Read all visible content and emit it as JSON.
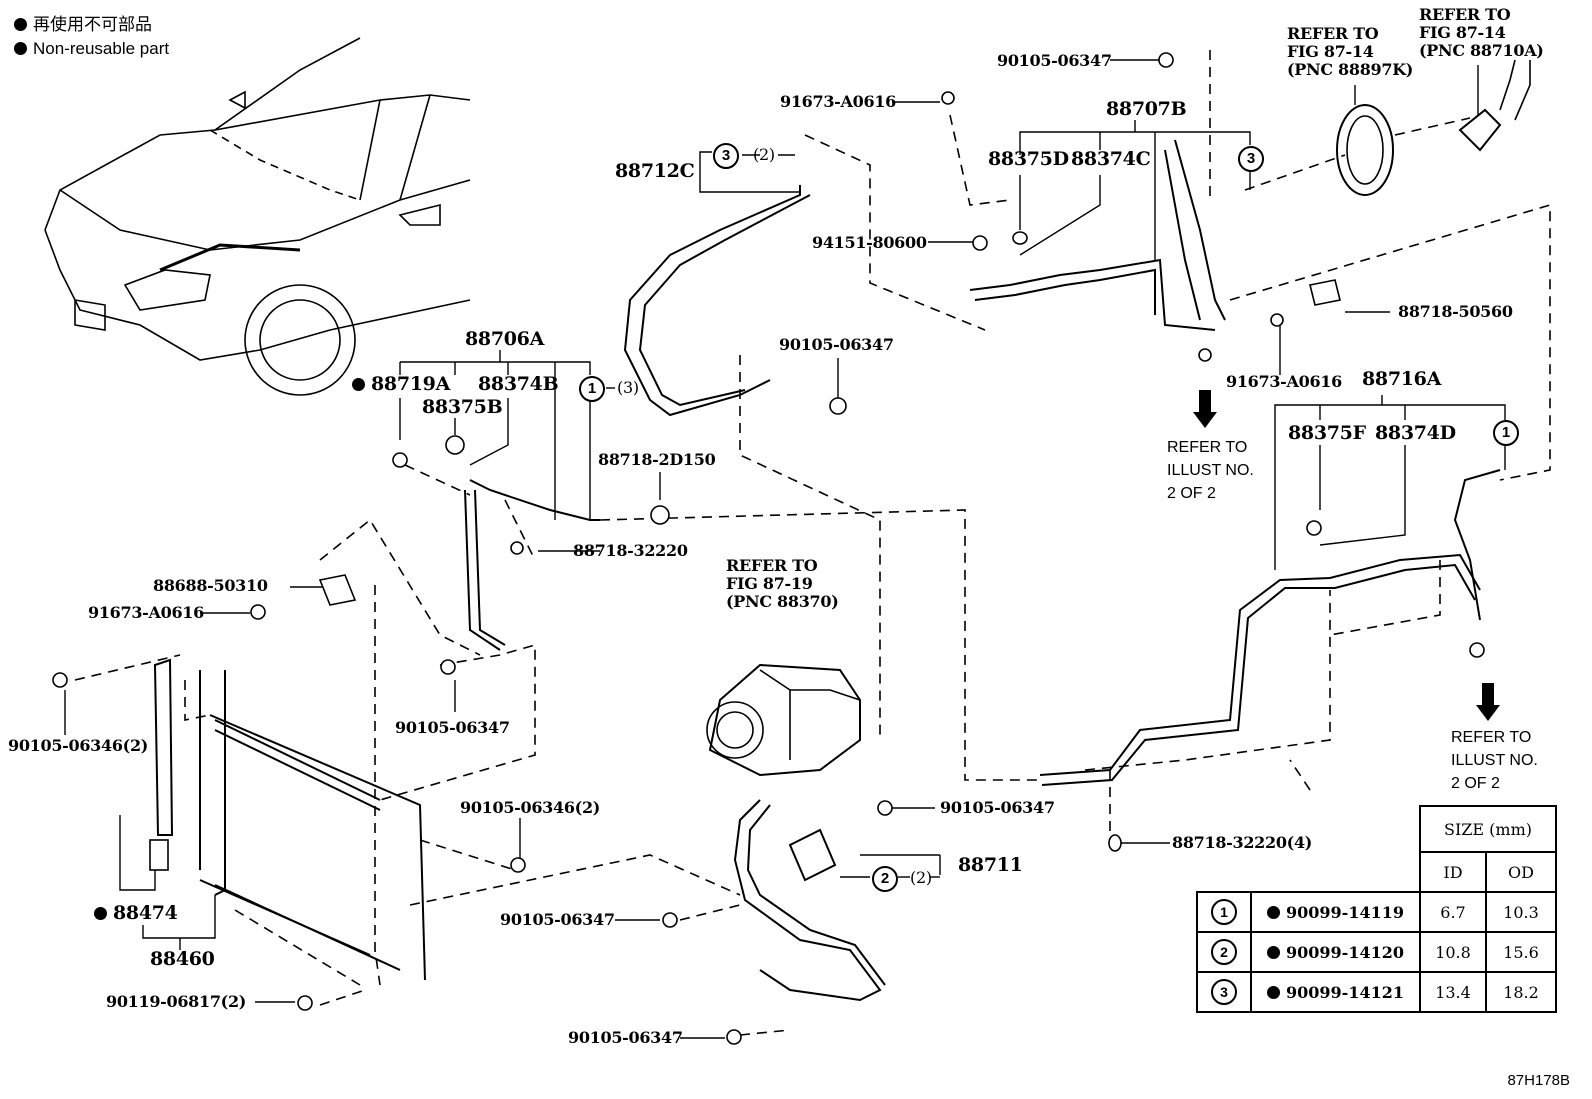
{
  "legend": {
    "jp": "再使用不可部品",
    "en": "Non-reusable part"
  },
  "labels": {
    "l_90105_06347_top": "90105-06347",
    "l_91673_a0616_top": "91673-A0616",
    "l_88707b": "88707B",
    "l_88375d": "88375D",
    "l_88374c": "88374C",
    "l_94151_80600": "94151-80600",
    "l_88712c": "88712C",
    "l_88712c_qty": "(2)",
    "l_refer_88897k": "REFER TO\nFIG 87-14\n(PNC 88897K)",
    "l_refer_88710a": "REFER TO\nFIG 87-14\n(PNC 88710A)",
    "l_88718_50560": "88718-50560",
    "l_91673_a0616_right": "91673-A0616",
    "l_88716a": "88716A",
    "l_88375f": "88375F",
    "l_88374d": "88374D",
    "l_refer_illust_1": "REFER TO\nILLUST NO.\n2 OF 2",
    "l_refer_illust_2": "REFER TO\nILLUST NO.\n2 OF 2",
    "l_88706a": "88706A",
    "l_88719a": "88719A",
    "l_88374b": "88374B",
    "l_88375b": "88375B",
    "l_88706a_qty": "(3)",
    "l_90105_06347_mid": "90105-06347",
    "l_88718_2d150": "88718-2D150",
    "l_88718_32220": "88718-32220",
    "l_refer_88370": "REFER TO\nFIG 87-19\n(PNC 88370)",
    "l_88688_50310": "88688-50310",
    "l_91673_a0616_left": "91673-A0616",
    "l_90105_06347_left": "90105-06347",
    "l_90105_06346_left": "90105-06346(2)",
    "l_90105_06346_mid": "90105-06346(2)",
    "l_88474": "88474",
    "l_88460": "88460",
    "l_90119_06817": "90119-06817(2)",
    "l_90105_06347_comp": "90105-06347",
    "l_88711": "88711",
    "l_88711_qty": "(2)",
    "l_90105_06347_low": "90105-06347",
    "l_90105_06347_bottom": "90105-06347",
    "l_88718_32220_4": "88718-32220(4)"
  },
  "callouts": {
    "c1": "1",
    "c2": "2",
    "c3": "3"
  },
  "size_table": {
    "header": "SIZE (mm)",
    "col_id": "ID",
    "col_od": "OD",
    "rows": [
      {
        "ref": "1",
        "part": "90099-14119",
        "id": "6.7",
        "od": "10.3"
      },
      {
        "ref": "2",
        "part": "90099-14120",
        "id": "10.8",
        "od": "15.6"
      },
      {
        "ref": "3",
        "part": "90099-14121",
        "id": "13.4",
        "od": "18.2"
      }
    ]
  },
  "figure_code": "87H178B"
}
